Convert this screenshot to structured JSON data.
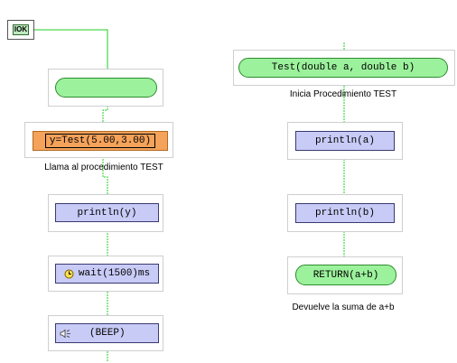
{
  "start": {
    "label": "IOK",
    "icon": "ok-start-icon"
  },
  "left_flow": {
    "call": {
      "code": "y=Test(5.00,3.00)",
      "caption": "Llama al procedimiento TEST"
    },
    "print_y": {
      "code": "println(y)"
    },
    "wait": {
      "code": "wait(1500)ms",
      "icon": "clock-icon"
    },
    "beep": {
      "code": "(BEEP)",
      "icon": "speaker-icon"
    }
  },
  "right_flow": {
    "header": {
      "code": "Test(double a, double b)",
      "caption": "Inicia Procedimiento TEST"
    },
    "print_a": {
      "code": "println(a)"
    },
    "print_b": {
      "code": "println(b)"
    },
    "return": {
      "code": "RETURN(a+b)",
      "caption": "Devuelve la suma de a+b"
    }
  },
  "colors": {
    "wire": "#22cc22",
    "pill_fill": "#9cf29c",
    "box_fill": "#c8cbf6",
    "call_fill": "#f5a25a",
    "frame_border": "#cfcfcf"
  }
}
